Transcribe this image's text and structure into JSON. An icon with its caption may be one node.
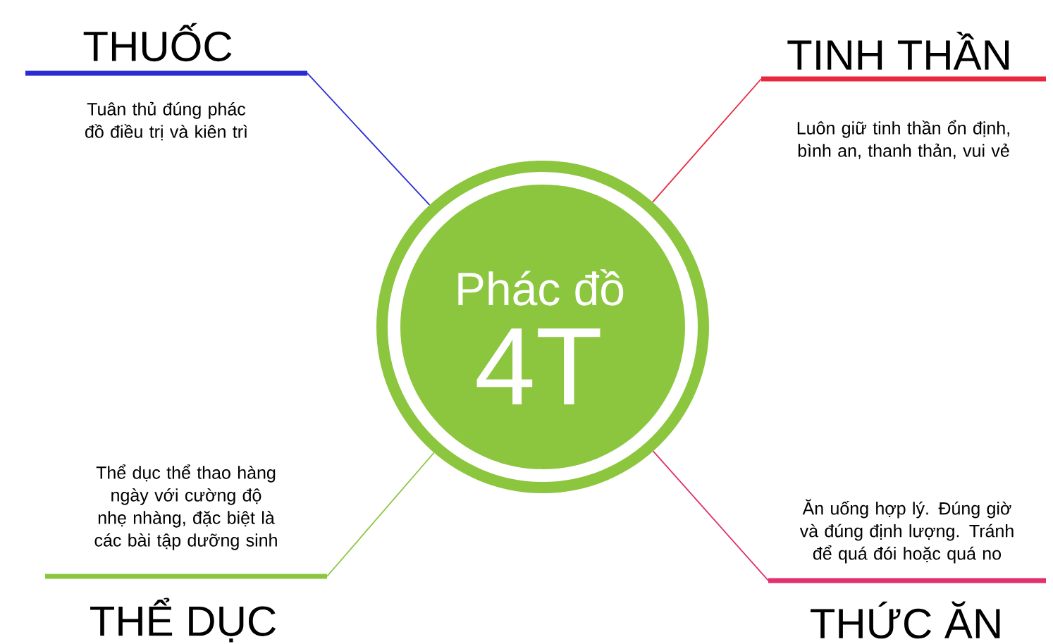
{
  "diagram": {
    "nodes": [
      {
        "text": [
          "Phác đồ",
          "4T"
        ]
      },
      {
        "text": [
          "THUỐC",
          "Tuân thủ đúng phác đồ điều trị và kiên trì"
        ]
      },
      {
        "text": [
          "TINH THẦN",
          "Luôn giữ tinh thần ổn định, bình an, thanh thản, vui vẻ"
        ]
      },
      {
        "text": [
          "Thể dục thể thao hàng ngày với cường độ nhẹ nhàng, đặc biệt là các bài tập dưỡng sinh",
          "THỂ DỤC"
        ]
      },
      {
        "text": [
          "Ăn uống hợp lý. Đúng giờ và đúng định lượng. Tránh để quá đói hoặc quá no",
          "THỨC ĂN"
        ]
      }
    ],
    "edges": [
      {
        "from": 0,
        "to": 1,
        "arrow": "none",
        "color": "#2b2bd6"
      },
      {
        "from": 0,
        "to": 2,
        "arrow": "none",
        "color": "#e8283c"
      },
      {
        "from": 0,
        "to": 3,
        "arrow": "none",
        "color": "#8cc63f"
      },
      {
        "from": 0,
        "to": 4,
        "arrow": "none",
        "color": "#e0306e"
      }
    ]
  }
}
